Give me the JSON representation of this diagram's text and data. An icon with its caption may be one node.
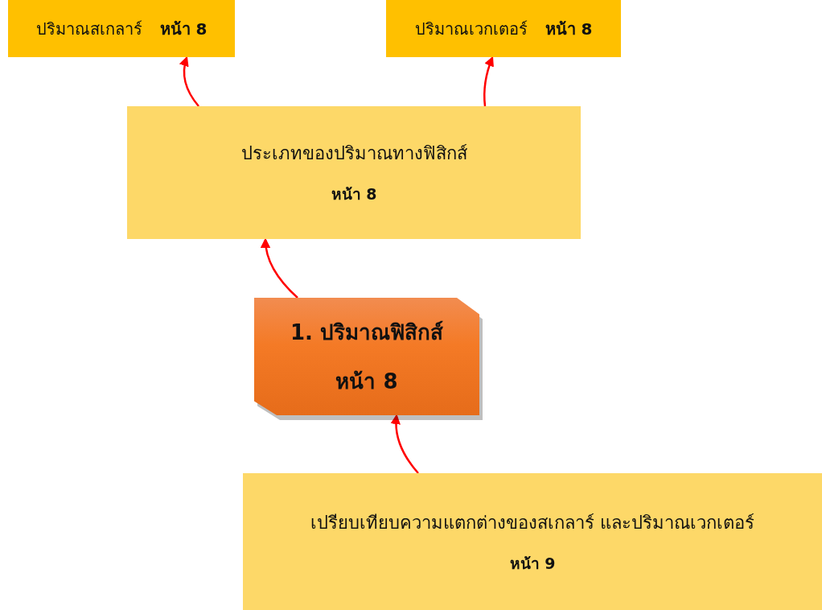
{
  "diagram": {
    "nodes": [
      {
        "text": [
          "ปริมาณสเกลาร์",
          "หน้า 8"
        ]
      },
      {
        "text": [
          "ปริมาณเวกเตอร์",
          "หน้า 8"
        ]
      },
      {
        "text": [
          "ประเภทของปริมาณทางฟิสิกส์",
          "หน้า 8"
        ]
      },
      {
        "text": [
          "1.  ปริมาณฟิสิกส์",
          "หน้า  8"
        ]
      },
      {
        "text": [
          "เปรียบเทียบความแตกต่างของสเกลาร์ และปริมาณเวกเตอร์",
          "หน้า  9"
        ]
      }
    ],
    "edges": [
      {
        "from": 2,
        "to": 0,
        "arrow": "to"
      },
      {
        "from": 2,
        "to": 1,
        "arrow": "to"
      },
      {
        "from": 3,
        "to": 2,
        "arrow": "to"
      },
      {
        "from": 4,
        "to": 3,
        "arrow": "to"
      }
    ]
  }
}
